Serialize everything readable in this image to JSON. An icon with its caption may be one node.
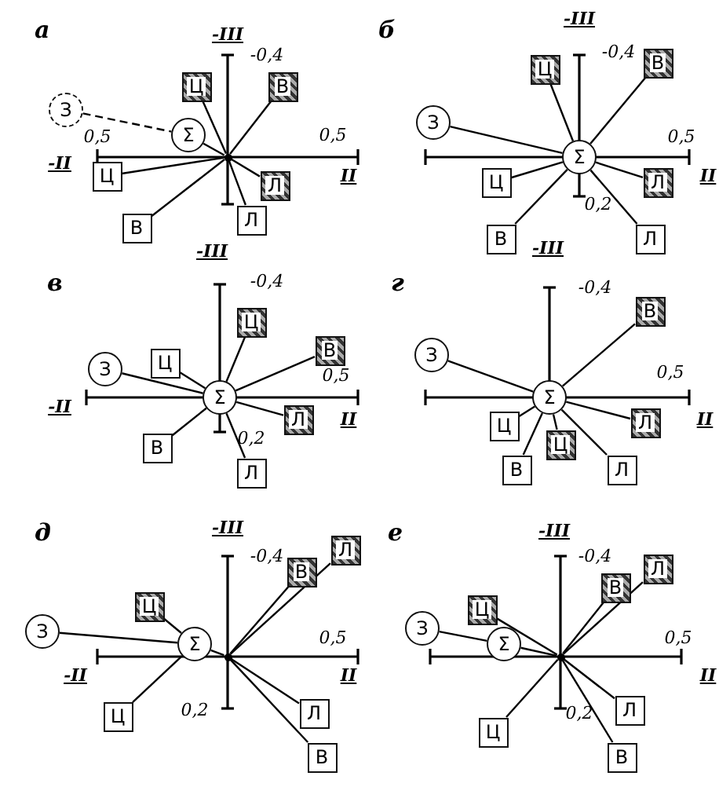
{
  "diagram": {
    "nodes": [
      {
        "text": [
          "а"
        ]
      },
      {
        "text": [
          "Σ"
        ],
        "in": 0
      },
      {
        "text": [
          "З"
        ],
        "in": 0
      },
      {
        "text": [
          "Ц"
        ],
        "in": 0
      },
      {
        "text": [
          "В"
        ],
        "in": 0
      },
      {
        "text": [
          "Л"
        ],
        "in": 0
      },
      {
        "text": [
          "Ц"
        ],
        "in": 0
      },
      {
        "text": [
          "В"
        ],
        "in": 0
      },
      {
        "text": [
          "Л"
        ],
        "in": 0
      },
      {
        "text": [],
        "shape": "point",
        "in": 0
      },
      {
        "text": [
          "б"
        ]
      },
      {
        "text": [
          "Σ"
        ],
        "in": 10
      },
      {
        "text": [
          "З"
        ],
        "in": 10
      },
      {
        "text": [
          "Ц"
        ],
        "in": 10
      },
      {
        "text": [
          "В"
        ],
        "in": 10
      },
      {
        "text": [
          "Л"
        ],
        "in": 10
      },
      {
        "text": [
          "Ц"
        ],
        "in": 10
      },
      {
        "text": [
          "В"
        ],
        "in": 10
      },
      {
        "text": [
          "Л"
        ],
        "in": 10
      },
      {
        "text": [
          "в"
        ]
      },
      {
        "text": [
          "Σ"
        ],
        "in": 19
      },
      {
        "text": [
          "З"
        ],
        "in": 19
      },
      {
        "text": [
          "Ц"
        ],
        "in": 19
      },
      {
        "text": [
          "В"
        ],
        "in": 19
      },
      {
        "text": [
          "Л"
        ],
        "in": 19
      },
      {
        "text": [
          "Ц"
        ],
        "in": 19
      },
      {
        "text": [
          "В"
        ],
        "in": 19
      },
      {
        "text": [
          "Л"
        ],
        "in": 19
      },
      {
        "text": [
          "г"
        ]
      },
      {
        "text": [
          "Σ"
        ],
        "in": 28
      },
      {
        "text": [
          "З"
        ],
        "in": 28
      },
      {
        "text": [
          "Ц"
        ],
        "in": 28
      },
      {
        "text": [
          "В"
        ],
        "in": 28
      },
      {
        "text": [
          "Л"
        ],
        "in": 28
      },
      {
        "text": [
          "Ц"
        ],
        "in": 28
      },
      {
        "text": [
          "В"
        ],
        "in": 28
      },
      {
        "text": [
          "Л"
        ],
        "in": 28
      },
      {
        "text": [
          "д"
        ]
      },
      {
        "text": [
          "Σ"
        ],
        "in": 37
      },
      {
        "text": [
          "З"
        ],
        "in": 37
      },
      {
        "text": [
          "Ц"
        ],
        "in": 37
      },
      {
        "text": [
          "В"
        ],
        "in": 37
      },
      {
        "text": [
          "Л"
        ],
        "in": 37
      },
      {
        "text": [
          "Ц"
        ],
        "in": 37
      },
      {
        "text": [
          "В"
        ],
        "in": 37
      },
      {
        "text": [
          "Л"
        ],
        "in": 37
      },
      {
        "text": [],
        "shape": "point",
        "in": 37
      },
      {
        "text": [
          "е"
        ]
      },
      {
        "text": [
          "Σ"
        ],
        "in": 47
      },
      {
        "text": [
          "З"
        ],
        "in": 47
      },
      {
        "text": [
          "Ц"
        ],
        "in": 47
      },
      {
        "text": [
          "В"
        ],
        "in": 47
      },
      {
        "text": [
          "Л"
        ],
        "in": 47
      },
      {
        "text": [
          "Ц"
        ],
        "in": 47
      },
      {
        "text": [
          "В"
        ],
        "in": 47
      },
      {
        "text": [
          "Л"
        ],
        "in": 47
      },
      {
        "text": [],
        "shape": "point",
        "in": 47
      }
    ],
    "edges": [
      {
        "from": 2,
        "to": 1,
        "arrow": "none",
        "style": "dashed"
      },
      {
        "from": 3,
        "to": 9,
        "arrow": "none"
      },
      {
        "from": 4,
        "to": 9,
        "arrow": "none"
      },
      {
        "from": 1,
        "to": 9,
        "arrow": "none"
      },
      {
        "from": 9,
        "to": 5,
        "arrow": "none"
      },
      {
        "from": 9,
        "to": 6,
        "arrow": "none"
      },
      {
        "from": 9,
        "to": 7,
        "arrow": "none"
      },
      {
        "from": 9,
        "to": 8,
        "arrow": "none"
      },
      {
        "from": 12,
        "to": 11,
        "arrow": "none"
      },
      {
        "from": 13,
        "to": 11,
        "arrow": "none"
      },
      {
        "from": 14,
        "to": 11,
        "arrow": "none"
      },
      {
        "from": 11,
        "to": 15,
        "arrow": "none"
      },
      {
        "from": 11,
        "to": 16,
        "arrow": "none"
      },
      {
        "from": 11,
        "to": 17,
        "arrow": "none"
      },
      {
        "from": 11,
        "to": 18,
        "arrow": "none"
      },
      {
        "from": 21,
        "to": 20,
        "arrow": "none"
      },
      {
        "from": 22,
        "to": 20,
        "arrow": "none"
      },
      {
        "from": 23,
        "to": 20,
        "arrow": "none"
      },
      {
        "from": 25,
        "to": 20,
        "arrow": "none"
      },
      {
        "from": 20,
        "to": 24,
        "arrow": "none"
      },
      {
        "from": 20,
        "to": 26,
        "arrow": "none"
      },
      {
        "from": 20,
        "to": 27,
        "arrow": "none"
      },
      {
        "from": 30,
        "to": 29,
        "arrow": "none"
      },
      {
        "from": 32,
        "to": 29,
        "arrow": "none"
      },
      {
        "from": 29,
        "to": 31,
        "arrow": "none"
      },
      {
        "from": 29,
        "to": 33,
        "arrow": "none"
      },
      {
        "from": 29,
        "to": 34,
        "arrow": "none"
      },
      {
        "from": 29,
        "to": 35,
        "arrow": "none"
      },
      {
        "from": 29,
        "to": 36,
        "arrow": "none"
      },
      {
        "from": 39,
        "to": 38,
        "arrow": "none"
      },
      {
        "from": 40,
        "to": 38,
        "arrow": "none"
      },
      {
        "from": 38,
        "to": 46,
        "arrow": "none"
      },
      {
        "from": 41,
        "to": 46,
        "arrow": "none"
      },
      {
        "from": 42,
        "to": 46,
        "arrow": "none"
      },
      {
        "from": 38,
        "to": 43,
        "arrow": "none"
      },
      {
        "from": 46,
        "to": 44,
        "arrow": "none"
      },
      {
        "from": 46,
        "to": 45,
        "arrow": "none"
      },
      {
        "from": 49,
        "to": 48,
        "arrow": "none"
      },
      {
        "from": 48,
        "to": 56,
        "arrow": "none"
      },
      {
        "from": 50,
        "to": 56,
        "arrow": "none"
      },
      {
        "from": 51,
        "to": 56,
        "arrow": "none"
      },
      {
        "from": 52,
        "to": 56,
        "arrow": "none"
      },
      {
        "from": 56,
        "to": 53,
        "arrow": "none"
      },
      {
        "from": 56,
        "to": 54,
        "arrow": "none"
      },
      {
        "from": 56,
        "to": 55,
        "arrow": "none"
      }
    ],
    "labels": [
      "-III",
      "-0,4",
      "0,5",
      "II",
      "-II",
      "0,5",
      "-III",
      "-III",
      "-0,4",
      "0,5",
      "II",
      "0,2",
      "-III",
      "-0,4",
      "-II",
      "0,5",
      "II",
      "0,2",
      "-0,4",
      "0,5",
      "II",
      "-III",
      "-0,4",
      "-II",
      "0,5",
      "II",
      "0,2",
      "-III",
      "-0,4",
      "0,5",
      "II",
      "0,2"
    ]
  }
}
